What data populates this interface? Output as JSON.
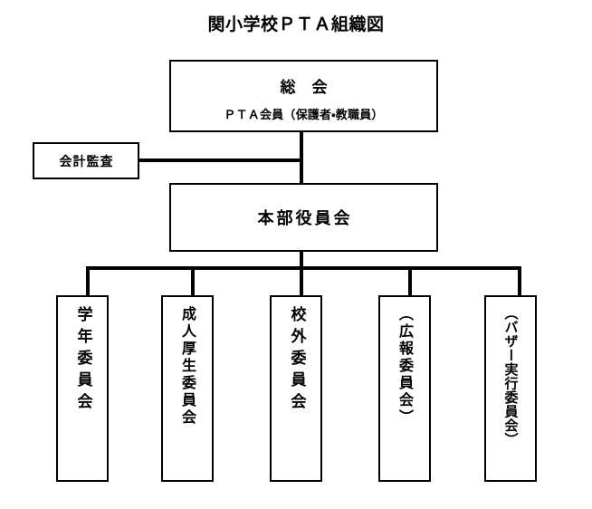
{
  "title": "関小学校ＰＴＡ組織図",
  "nodes": {
    "general_assembly": {
      "label": "総 会",
      "sublabel": "ＰＴＡ会員（保護者・教職員）"
    },
    "audit": {
      "label": "会計監査"
    },
    "headquarters": {
      "label": "本部役員会"
    }
  },
  "committees": [
    {
      "label": "学年委員会"
    },
    {
      "label": "成人厚生委員会"
    },
    {
      "label": "校外委員会"
    },
    {
      "label": "（広報委員会）"
    },
    {
      "label": "（バザー実行委員会）"
    }
  ],
  "colors": {
    "line": "#000000",
    "background": "#ffffff",
    "text": "#000000"
  },
  "chart_data": {
    "type": "diagram",
    "diagram_kind": "organization-chart",
    "title": "関小学校ＰＴＡ組織図",
    "orientation": "top-down",
    "nodes": [
      {
        "id": "general_assembly",
        "label": "総 会",
        "sublabel": "ＰＴＡ会員（保護者・教職員）",
        "level": 0
      },
      {
        "id": "audit",
        "label": "会計監査",
        "level": 1,
        "side": "left"
      },
      {
        "id": "headquarters",
        "label": "本部役員会",
        "level": 1
      },
      {
        "id": "committee_0",
        "label": "学年委員会",
        "level": 2
      },
      {
        "id": "committee_1",
        "label": "成人厚生委員会",
        "level": 2
      },
      {
        "id": "committee_2",
        "label": "校外委員会",
        "level": 2
      },
      {
        "id": "committee_3",
        "label": "（広報委員会）",
        "level": 2
      },
      {
        "id": "committee_4",
        "label": "（バザー実行委員会）",
        "level": 2
      }
    ],
    "edges": [
      {
        "from": "general_assembly",
        "to": "headquarters"
      },
      {
        "from": "audit",
        "to": "general_assembly",
        "style": "side-branch"
      },
      {
        "from": "headquarters",
        "to": "committee_0"
      },
      {
        "from": "headquarters",
        "to": "committee_1"
      },
      {
        "from": "headquarters",
        "to": "committee_2"
      },
      {
        "from": "headquarters",
        "to": "committee_3"
      },
      {
        "from": "headquarters",
        "to": "committee_4"
      }
    ]
  }
}
